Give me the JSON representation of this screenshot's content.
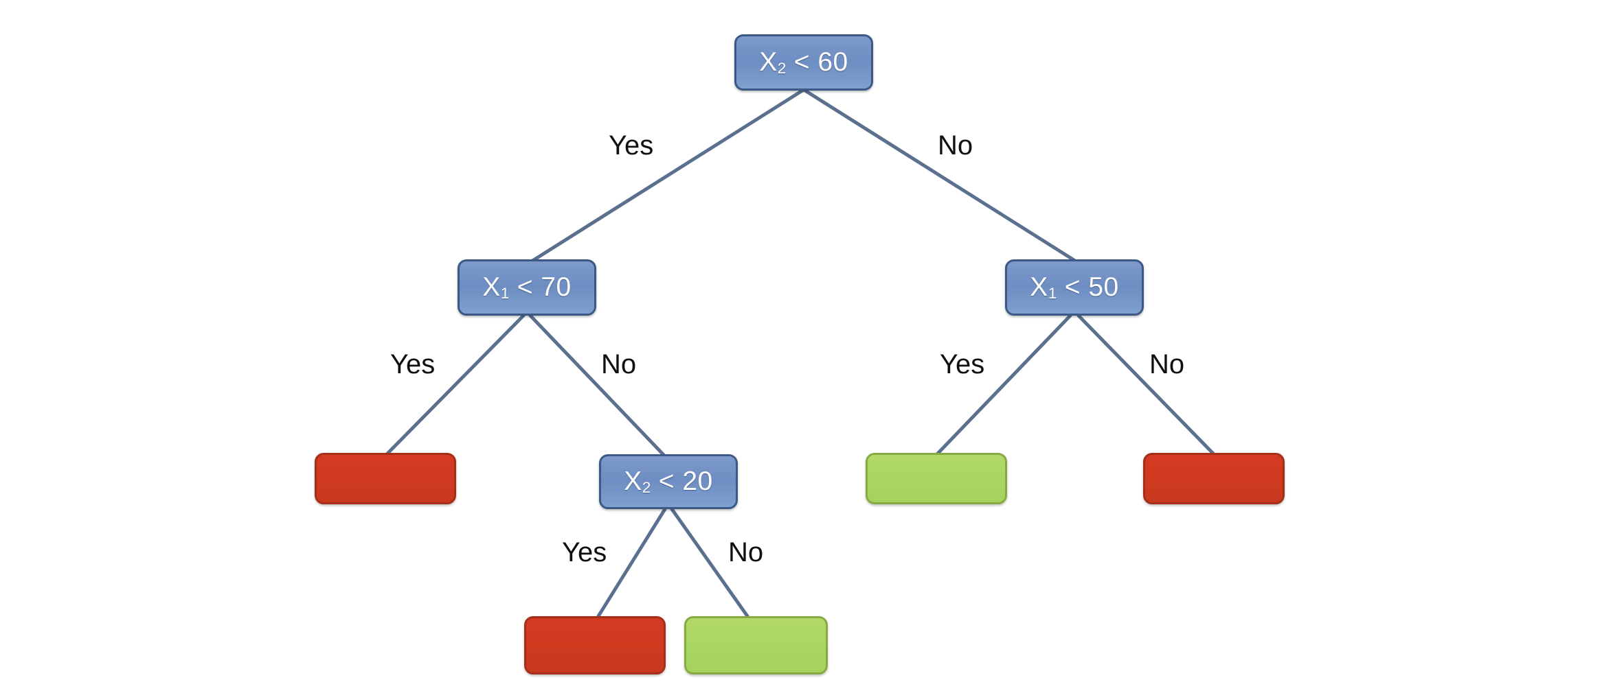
{
  "diagram": {
    "type": "decision-tree",
    "background_color": "#ffffff",
    "palette": {
      "decision_fill": "#6e8dc2",
      "decision_border": "#3c5884",
      "decision_text": "#ffffff",
      "leaf_red_fill": "#cf3a1f",
      "leaf_red_border": "#a5301a",
      "leaf_green_fill": "#aad662",
      "leaf_green_border": "#87aa43",
      "edge_line": "#5b6f8f",
      "edge_label_text": "#101010"
    },
    "nodes": [
      {
        "id": "root",
        "kind": "decision",
        "variable": "X",
        "subscript": "2",
        "operator": "<",
        "threshold": "60",
        "text_prefix": "X",
        "text_suffix": " < 60"
      },
      {
        "id": "left1",
        "kind": "decision",
        "variable": "X",
        "subscript": "1",
        "operator": "<",
        "threshold": "70",
        "text_prefix": "X",
        "text_suffix": " < 70"
      },
      {
        "id": "right1",
        "kind": "decision",
        "variable": "X",
        "subscript": "1",
        "operator": "<",
        "threshold": "50",
        "text_prefix": "X",
        "text_suffix": " < 50"
      },
      {
        "id": "mid2",
        "kind": "decision",
        "variable": "X",
        "subscript": "2",
        "operator": "<",
        "threshold": "20",
        "text_prefix": "X",
        "text_suffix": " < 20"
      },
      {
        "id": "leaf_ll",
        "kind": "leaf",
        "class_color": "red",
        "label": ""
      },
      {
        "id": "leaf_rl",
        "kind": "leaf",
        "class_color": "green",
        "label": ""
      },
      {
        "id": "leaf_rr",
        "kind": "leaf",
        "class_color": "red",
        "label": ""
      },
      {
        "id": "leaf_mid_l",
        "kind": "leaf",
        "class_color": "red",
        "label": ""
      },
      {
        "id": "leaf_mid_r",
        "kind": "leaf",
        "class_color": "green",
        "label": ""
      }
    ],
    "edge_labels": {
      "root_yes": "Yes",
      "root_no": "No",
      "left1_yes": "Yes",
      "left1_no": "No",
      "right1_yes": "Yes",
      "right1_no": "No",
      "mid2_yes": "Yes",
      "mid2_no": "No"
    },
    "edges": [
      {
        "from": "root",
        "to": "left1",
        "branch": "Yes"
      },
      {
        "from": "root",
        "to": "right1",
        "branch": "No"
      },
      {
        "from": "left1",
        "to": "leaf_ll",
        "branch": "Yes"
      },
      {
        "from": "left1",
        "to": "mid2",
        "branch": "No"
      },
      {
        "from": "right1",
        "to": "leaf_rl",
        "branch": "Yes"
      },
      {
        "from": "right1",
        "to": "leaf_rr",
        "branch": "No"
      },
      {
        "from": "mid2",
        "to": "leaf_mid_l",
        "branch": "Yes"
      },
      {
        "from": "mid2",
        "to": "leaf_mid_r",
        "branch": "No"
      }
    ]
  }
}
